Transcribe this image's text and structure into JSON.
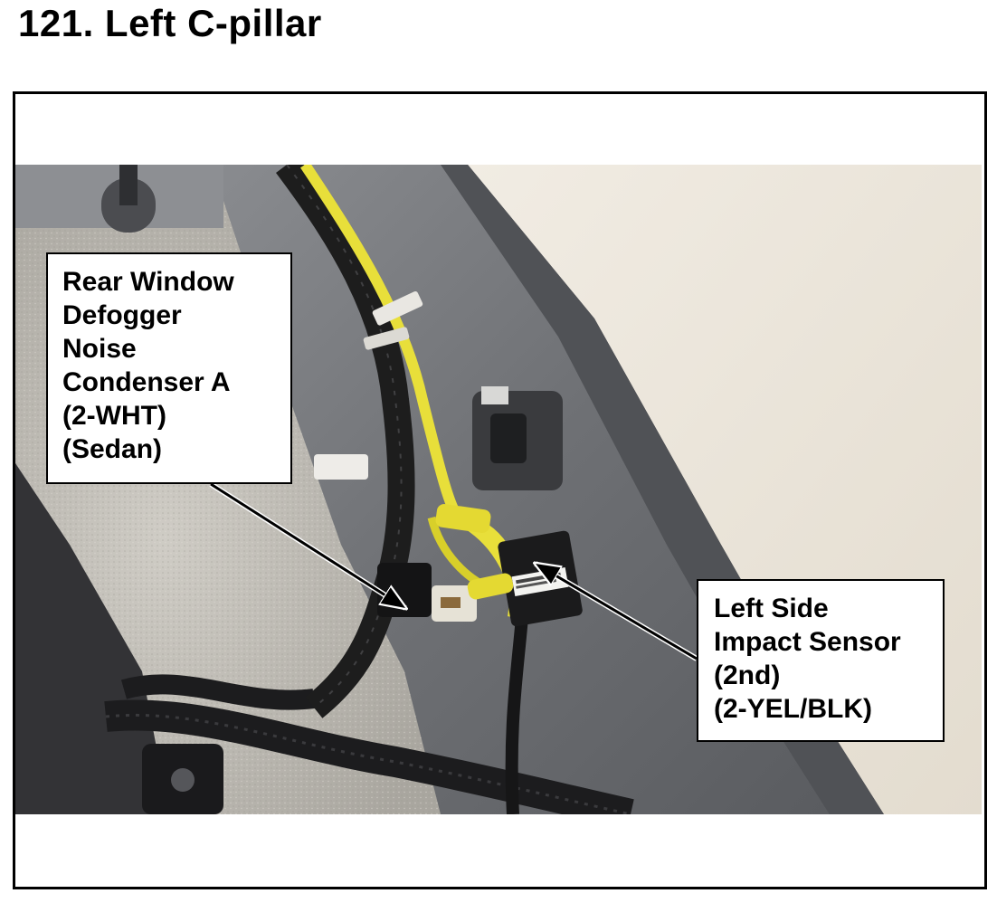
{
  "page": {
    "title": "121.  Left C-pillar"
  },
  "callouts": {
    "defogger": {
      "lines": [
        "Rear Window",
        "Defogger",
        "Noise",
        "Condenser A",
        "(2-WHT)",
        "(Sedan)"
      ]
    },
    "sensor": {
      "lines": [
        "Left Side",
        "Impact Sensor",
        "(2nd)",
        "(2-YEL/BLK)"
      ]
    }
  },
  "colors": {
    "harness_tape": "#1d1d1d",
    "srs_wire": "#e8df3a",
    "panel_gray": "#6f7175",
    "carpet": "#bdbab3",
    "headliner": "#ece6dc"
  }
}
